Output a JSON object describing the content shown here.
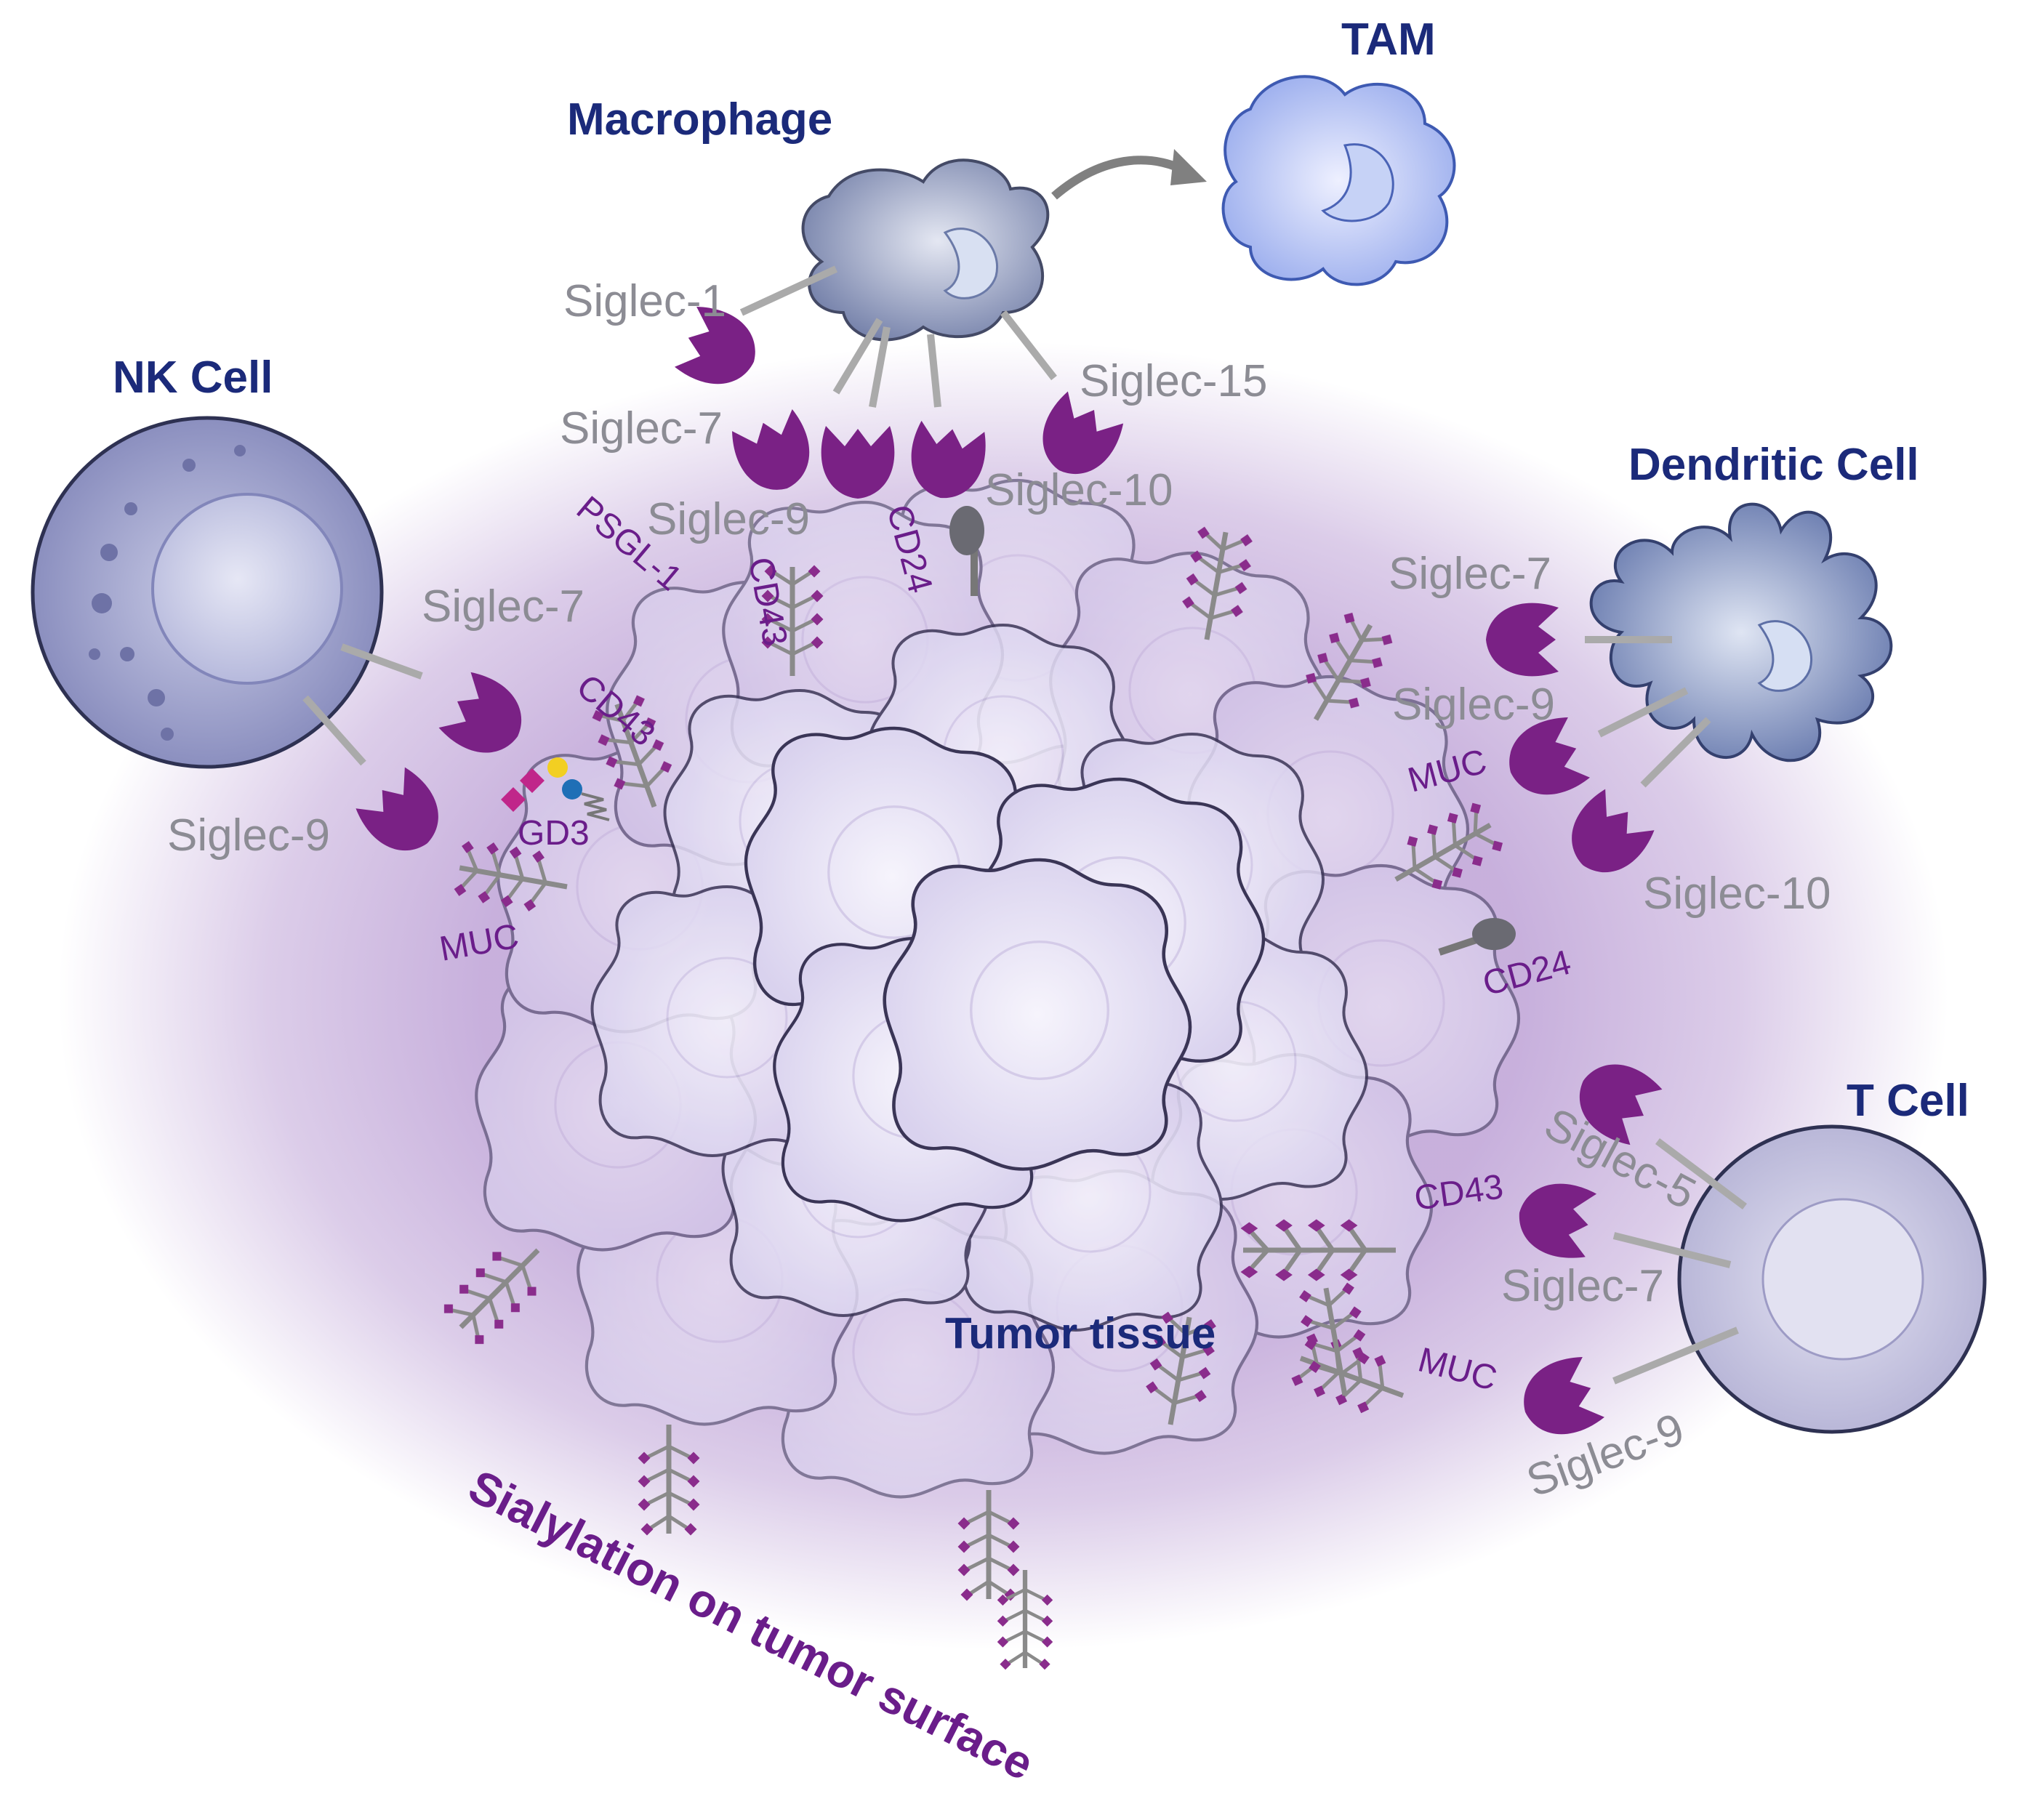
{
  "colors": {
    "cell_title": "#1b2a7a",
    "siglec_label": "#8c8c94",
    "ligand_label": "#6a1d8a",
    "siglec_receptor": "#7a2185",
    "halo": "#9a6fc0",
    "tumor_cell": "#ece8f8",
    "sialic_acid": "#8a2c8c"
  },
  "cells": {
    "macrophage": "Macrophage",
    "tam": "TAM",
    "nk": "NK Cell",
    "dendritic": "Dendritic Cell",
    "tcell": "T Cell"
  },
  "macrophage_siglecs": [
    "Siglec-1",
    "Siglec-7",
    "Siglec-9",
    "Siglec-10",
    "Siglec-15"
  ],
  "nk_siglecs": [
    "Siglec-7",
    "Siglec-9"
  ],
  "dendritic_siglecs": [
    "Siglec-7",
    "Siglec-9",
    "Siglec-10"
  ],
  "tcell_siglecs": [
    "Siglec-5",
    "Siglec-7",
    "Siglec-9"
  ],
  "ligands": {
    "psgl1": "PSGL-1",
    "cd43_top": "CD43",
    "cd24_top": "CD24",
    "cd43_left": "CD43",
    "gd3": "GD3",
    "muc_left": "MUC",
    "muc_right_upper": "MUC",
    "cd24_right": "CD24",
    "cd43_right": "CD43",
    "muc_right_lower": "MUC"
  },
  "tumor_label": "Tumor tissue",
  "caption": "Sialylation on tumor surface",
  "icons": [
    "arrow-icon",
    "nucleus-icon",
    "sialic-acid-icon",
    "receptor-icon",
    "glycan-icon"
  ]
}
